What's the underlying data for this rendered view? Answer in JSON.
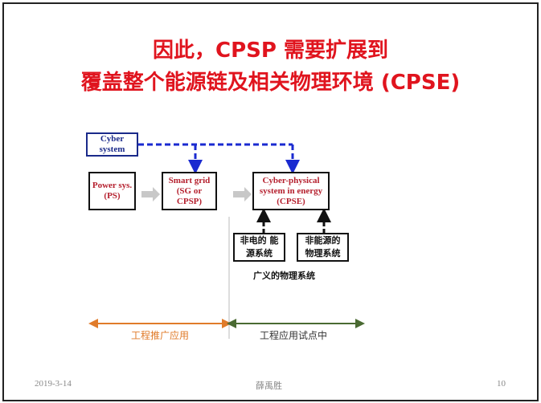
{
  "title": {
    "line1": "因此，CPSP 需要扩展到",
    "line2": "覆盖整个能源链及相关物理环境 (CPSE)"
  },
  "diagram": {
    "cyber_system": "Cyber system",
    "power_system": "Power sys. (PS)",
    "smart_grid": "Smart grid (SG or CPSP)",
    "cpse": "Cyber-physical system in energy (CPSE)",
    "non_electric": "非电的 能源系统",
    "non_energy": "非能源的 物理系统",
    "broad_physical": "广义的物理系统"
  },
  "timeline": {
    "left_label": "工程推广应用",
    "right_label": "工程应用试点中",
    "left_color": "#e07b2a",
    "right_color": "#4a6a32"
  },
  "footer": {
    "date": "2019-3-14",
    "author": "薛禹胜",
    "page": "10"
  }
}
